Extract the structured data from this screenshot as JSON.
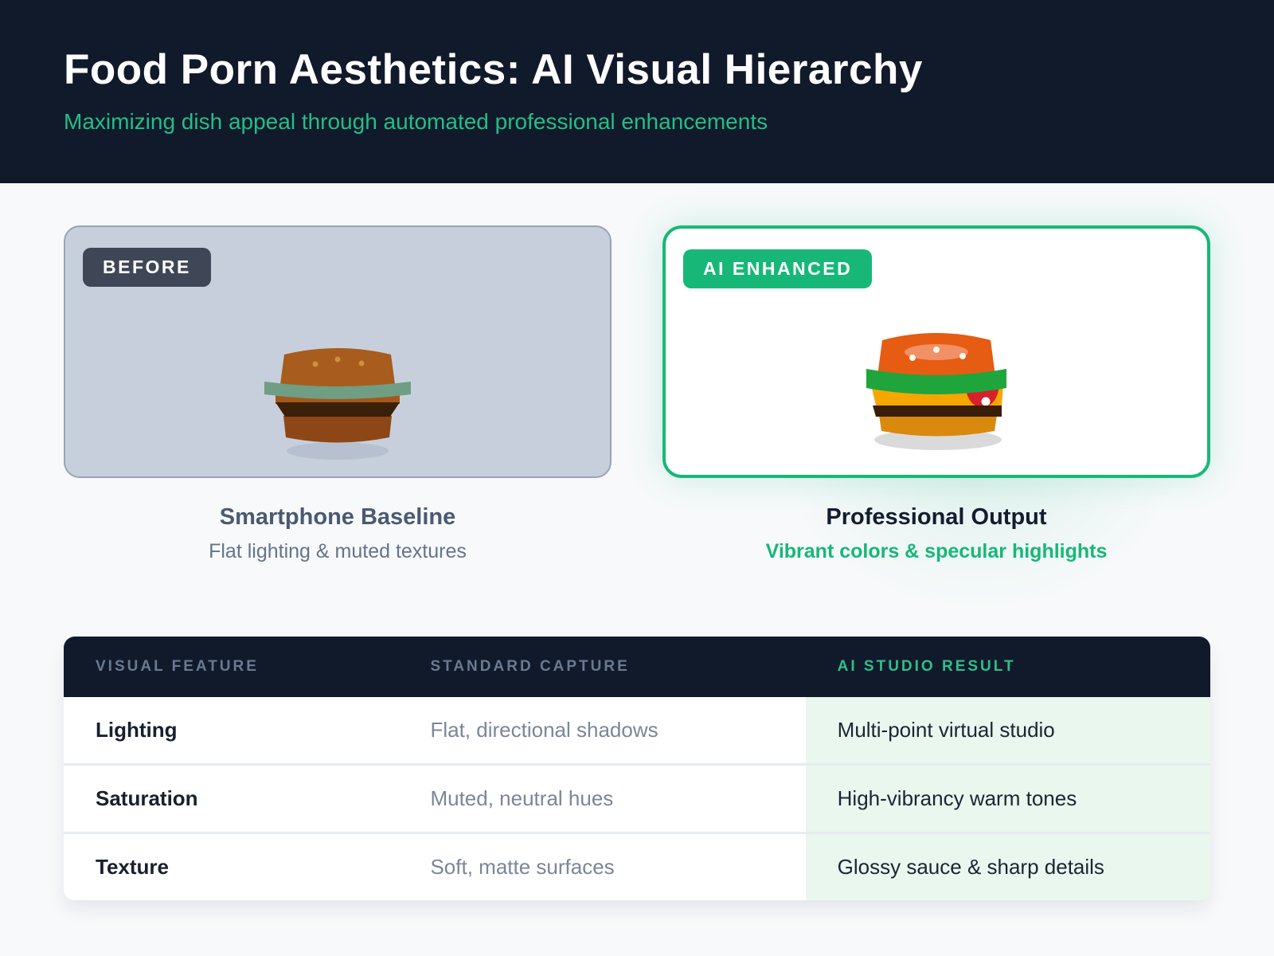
{
  "header": {
    "title": "Food Porn Aesthetics: AI Visual Hierarchy",
    "subtitle": "Maximizing dish appeal through automated professional enhancements"
  },
  "comparison": {
    "before": {
      "badge": "BEFORE",
      "caption_title": "Smartphone Baseline",
      "caption_subtitle": "Flat lighting & muted textures",
      "illustration": "muted-burger-icon",
      "palette": {
        "bun": "#a85c1d",
        "lettuce": "#6f9e84",
        "patty": "#3a2008",
        "bottom_bun": "#8d4716",
        "shadow": "#b6c0ce"
      }
    },
    "after": {
      "badge": "AI ENHANCED",
      "caption_title": "Professional Output",
      "caption_subtitle": "Vibrant colors & specular highlights",
      "illustration": "vibrant-burger-icon",
      "palette": {
        "bun": "#e55c12",
        "bun_highlight": "#f29066",
        "lettuce": "#1fa53c",
        "cheese": "#f5a700",
        "tomato": "#d6202a",
        "patty": "#3a1d07",
        "bottom_bun": "#d8890e",
        "shadow": "#dadada"
      }
    }
  },
  "table": {
    "headers": [
      "VISUAL FEATURE",
      "STANDARD CAPTURE",
      "AI STUDIO RESULT"
    ],
    "rows": [
      {
        "feature": "Lighting",
        "standard": "Flat, directional shadows",
        "result": "Multi-point virtual studio"
      },
      {
        "feature": "Saturation",
        "standard": "Muted, neutral hues",
        "result": "High-vibrancy warm tones"
      },
      {
        "feature": "Texture",
        "standard": "Soft, matte surfaces",
        "result": "Glossy sauce & sharp details"
      }
    ]
  },
  "colors": {
    "header_bg": "#111a2b",
    "accent_green": "#17b877",
    "subtitle_green": "#25bd87",
    "table_header_green": "#2fbf8a",
    "before_card_bg": "#c7cfdc",
    "before_badge_bg": "#3f4756",
    "result_column_bg": "#e9f7ee",
    "muted_text": "#7b8698",
    "dark_text": "#18202e"
  }
}
